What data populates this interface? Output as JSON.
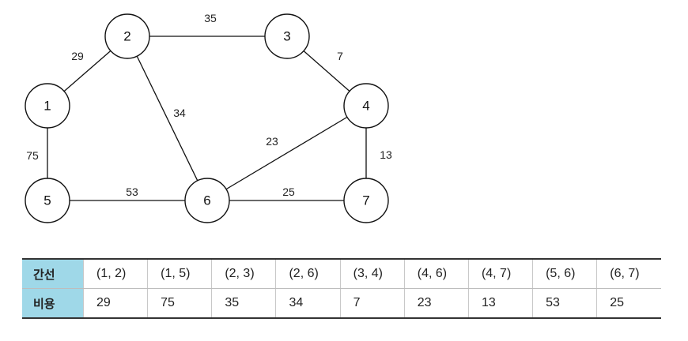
{
  "graph": {
    "nodes": [
      {
        "id": "1",
        "label": "1"
      },
      {
        "id": "2",
        "label": "2"
      },
      {
        "id": "3",
        "label": "3"
      },
      {
        "id": "4",
        "label": "4"
      },
      {
        "id": "5",
        "label": "5"
      },
      {
        "id": "6",
        "label": "6"
      },
      {
        "id": "7",
        "label": "7"
      }
    ],
    "edges": [
      {
        "from": "1",
        "to": "2",
        "weight": "29"
      },
      {
        "from": "2",
        "to": "3",
        "weight": "35"
      },
      {
        "from": "3",
        "to": "4",
        "weight": "7"
      },
      {
        "from": "2",
        "to": "6",
        "weight": "34"
      },
      {
        "from": "4",
        "to": "6",
        "weight": "23"
      },
      {
        "from": "4",
        "to": "7",
        "weight": "13"
      },
      {
        "from": "1",
        "to": "5",
        "weight": "75"
      },
      {
        "from": "5",
        "to": "6",
        "weight": "53"
      },
      {
        "from": "6",
        "to": "7",
        "weight": "25"
      }
    ]
  },
  "table": {
    "edge_header": "간선",
    "cost_header": "비용",
    "edges": [
      "(1, 2)",
      "(1, 5)",
      "(2, 3)",
      "(2, 6)",
      "(3, 4)",
      "(4, 6)",
      "(4, 7)",
      "(5, 6)",
      "(6, 7)"
    ],
    "costs": [
      "29",
      "75",
      "35",
      "34",
      "7",
      "23",
      "13",
      "53",
      "25"
    ],
    "header_color": "#9fd8e8"
  }
}
